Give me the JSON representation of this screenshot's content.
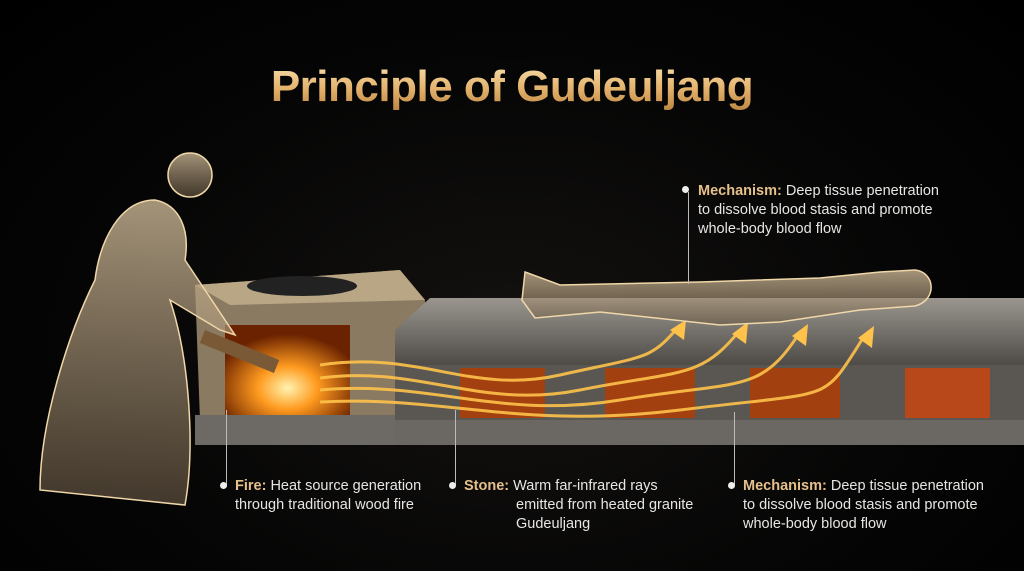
{
  "title": "Principle of Gudeuljang",
  "callouts": {
    "top_mechanism": {
      "key": "Mechanism:",
      "text": " Deep tissue penetration",
      "lines": [
        "to dissolve blood stasis and promote",
        "whole-body blood flow"
      ]
    },
    "fire": {
      "key": "Fire:",
      "text": " Heat source generation",
      "lines": [
        "through traditional wood fire"
      ]
    },
    "stone": {
      "key": "Stone:",
      "text": " Warm far-infrared rays",
      "lines": [
        "emitted from heated granite",
        "Gudeuljang"
      ]
    },
    "bottom_mechanism": {
      "key": "Mechanism:",
      "text": " Deep tissue penetration",
      "lines": [
        "to dissolve blood stasis and promote",
        "whole-body blood flow"
      ]
    }
  },
  "colors": {
    "accent": "#e6c08a",
    "fire": "#ff9a1f",
    "stone": "#7d7a76"
  }
}
